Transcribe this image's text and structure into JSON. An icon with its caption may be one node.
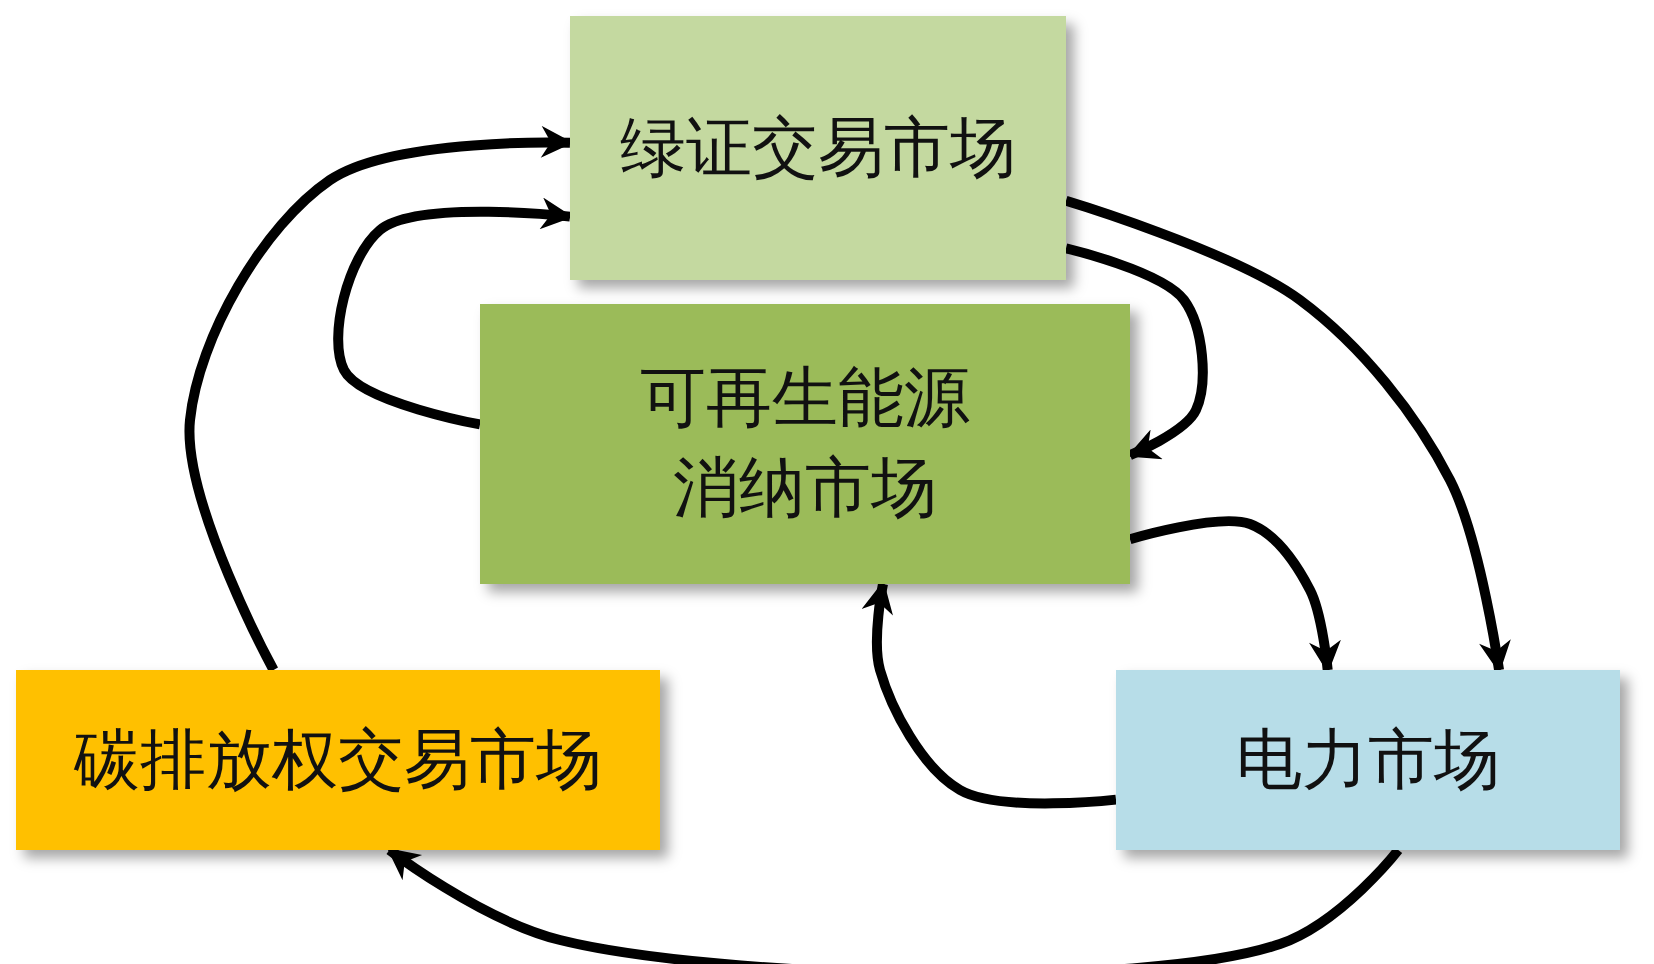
{
  "diagram": {
    "nodes": [
      {
        "text": [
          "绿证交易市场"
        ]
      },
      {
        "text": [
          "可再生能源消纳市场"
        ]
      },
      {
        "text": [
          "碳排放权交易市场"
        ]
      },
      {
        "text": [
          "电力市场"
        ]
      }
    ],
    "edges": [
      {
        "from": 2,
        "to": 0,
        "arrow": "to"
      },
      {
        "from": 1,
        "to": 0,
        "arrow": "to"
      },
      {
        "from": 0,
        "to": 1,
        "arrow": "to"
      },
      {
        "from": 0,
        "to": 3,
        "arrow": "to"
      },
      {
        "from": 1,
        "to": 3,
        "arrow": "to"
      },
      {
        "from": 3,
        "to": 1,
        "arrow": "to"
      },
      {
        "from": 3,
        "to": 2,
        "arrow": "to"
      }
    ]
  }
}
